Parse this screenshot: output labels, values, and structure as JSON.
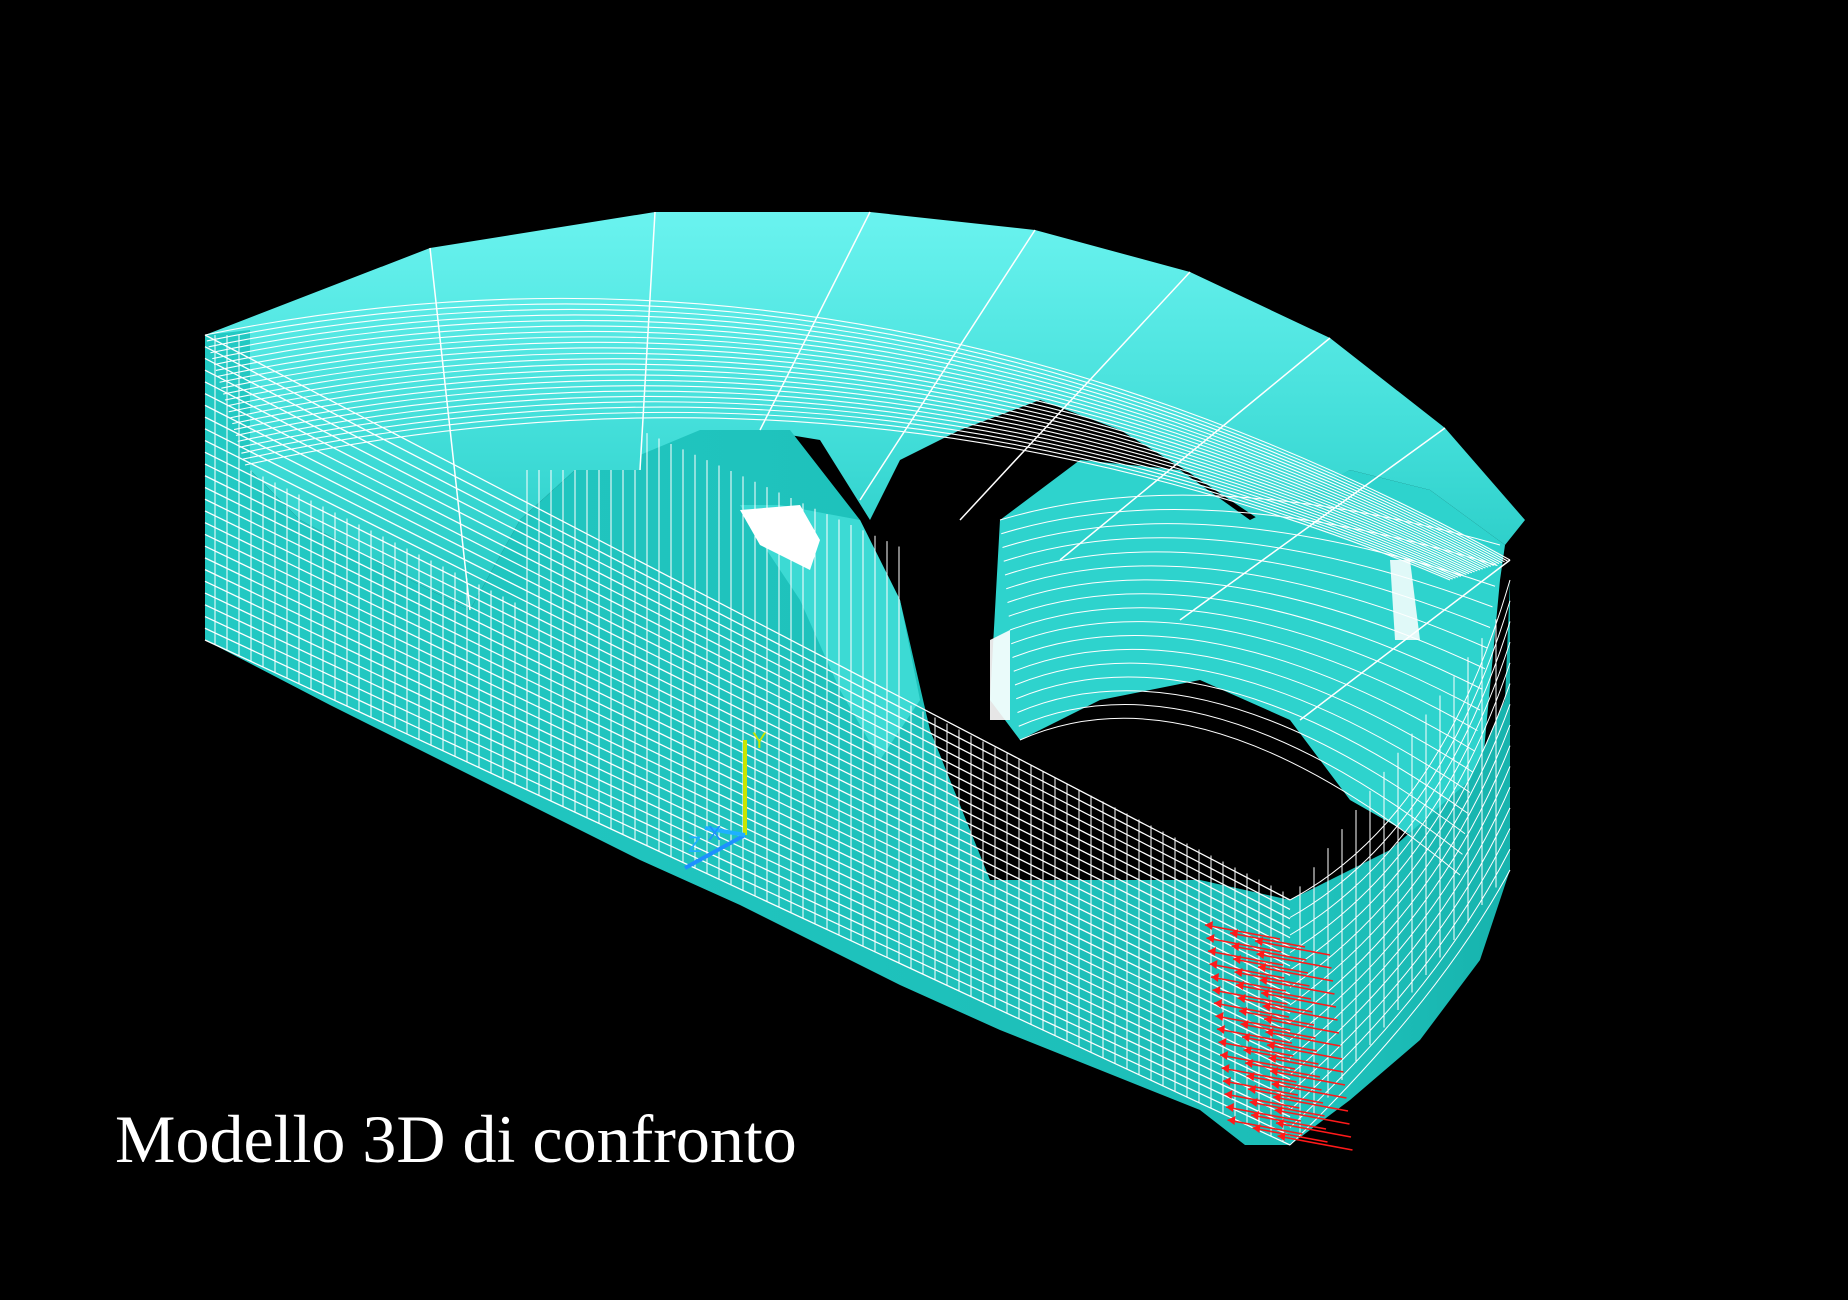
{
  "caption": "Modello 3D di confronto",
  "triad": {
    "x_label": "X",
    "y_label": "Y",
    "z_label": "Z"
  },
  "colors": {
    "background": "#000000",
    "mesh_fill": "#1fc9c4",
    "mesh_fill_light": "#5ff0ec",
    "mesh_lines": "#ffffff",
    "load_arrows": "#ff1a1a",
    "triad_x": "#1e90ff",
    "triad_y": "#c8e600",
    "triad_z": "#1fb0ff",
    "caption": "#ffffff"
  }
}
